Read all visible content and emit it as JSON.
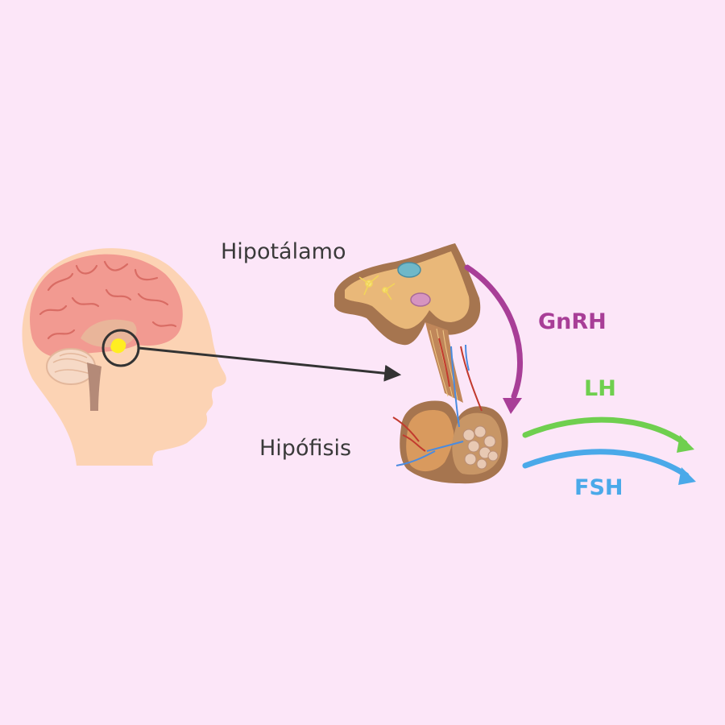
{
  "labels": {
    "hypothalamus": "Hipotálamo",
    "pituitary": "Hipófisis",
    "gnrh": "GnRH",
    "lh": "LH",
    "fsh": "FSH"
  },
  "colors": {
    "background": "#fce6f8",
    "gnrh": "#a83e97",
    "lh": "#6fcf4f",
    "fsh": "#4aa9e9",
    "pointer": "#333333",
    "skin": "#fcd3b4",
    "brain": "#f29a91",
    "highlight": "#ffee22"
  },
  "icons": [
    "head-icon",
    "brain-icon",
    "magnifier-icon",
    "hypothalamus-pituitary-icon"
  ]
}
